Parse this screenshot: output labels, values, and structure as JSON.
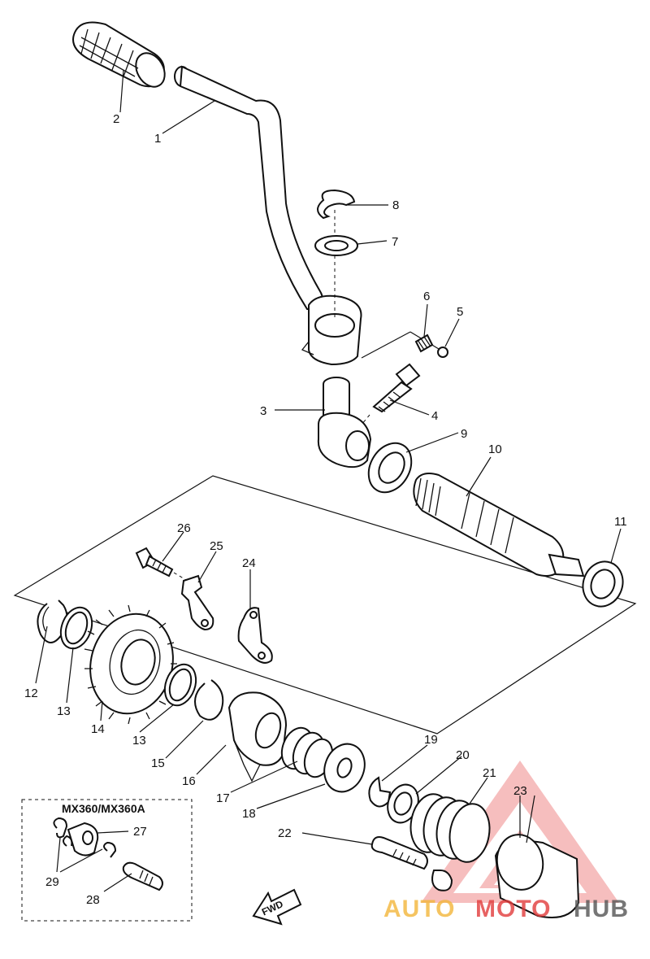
{
  "labels": {
    "p1": "1",
    "p2": "2",
    "p3": "3",
    "p4": "4",
    "p5": "5",
    "p6": "6",
    "p7": "7",
    "p8": "8",
    "p9": "9",
    "p10": "10",
    "p11": "11",
    "p12": "12",
    "p13a": "13",
    "p13b": "13",
    "p14": "14",
    "p15": "15",
    "p16": "16",
    "p17": "17",
    "p18": "18",
    "p19": "19",
    "p20": "20",
    "p21": "21",
    "p22": "22",
    "p23": "23",
    "p24": "24",
    "p25": "25",
    "p26": "26",
    "p27": "27",
    "p28": "28",
    "p29": "29"
  },
  "inset": {
    "title": "MX360/MX360A"
  },
  "fwd_label": "FWD",
  "watermark": {
    "brand_a": "AUTO",
    "brand_b": "MOTO",
    "brand_c": "HUB",
    "color_a": "#f3b63a",
    "color_b": "#e23b3b",
    "color_c": "#555555"
  }
}
